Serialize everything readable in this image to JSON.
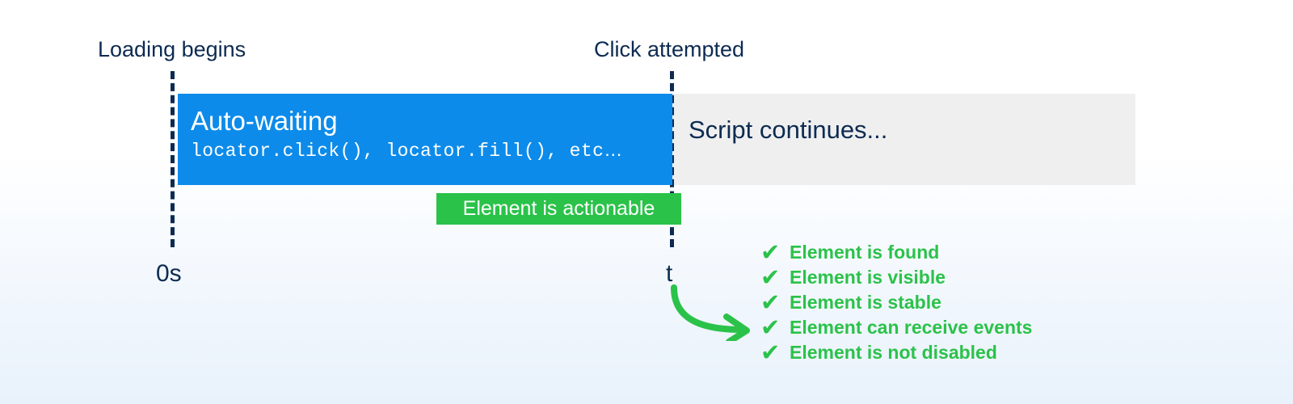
{
  "diagram": {
    "title_markers": {
      "start": "Loading begins",
      "click": "Click attempted"
    },
    "axis": {
      "start_tick": "0s",
      "end_tick": "t"
    },
    "bars": {
      "auto_waiting": {
        "title": "Auto-waiting",
        "code": "locator.click(), locator.fill(), etc",
        "code_ellipsis": "…",
        "color": "#0d8bea",
        "text_color": "#ffffff"
      },
      "script_continues": {
        "title": "Script continues...",
        "color": "#efefef",
        "text_color": "#0d2b52"
      }
    },
    "badge": {
      "label": "Element is actionable",
      "color": "#2bc24a",
      "text_color": "#ffffff"
    },
    "checklist": {
      "icon": "check-mark-icon",
      "icon_glyph": "✔",
      "color": "#2bc24a",
      "items": [
        {
          "label": "Element is found"
        },
        {
          "label": "Element is visible"
        },
        {
          "label": "Element is stable"
        },
        {
          "label": "Element can receive events"
        },
        {
          "label": "Element is not disabled"
        }
      ]
    },
    "arrow": {
      "name": "curved-arrow-icon",
      "color": "#2bc24a"
    },
    "colors": {
      "accent_blue": "#0d8bea",
      "accent_green": "#2bc24a",
      "text_navy": "#0d2b52",
      "neutral_gray": "#efefef",
      "background_top": "#ffffff",
      "background_bottom": "#e9f2fc"
    }
  }
}
